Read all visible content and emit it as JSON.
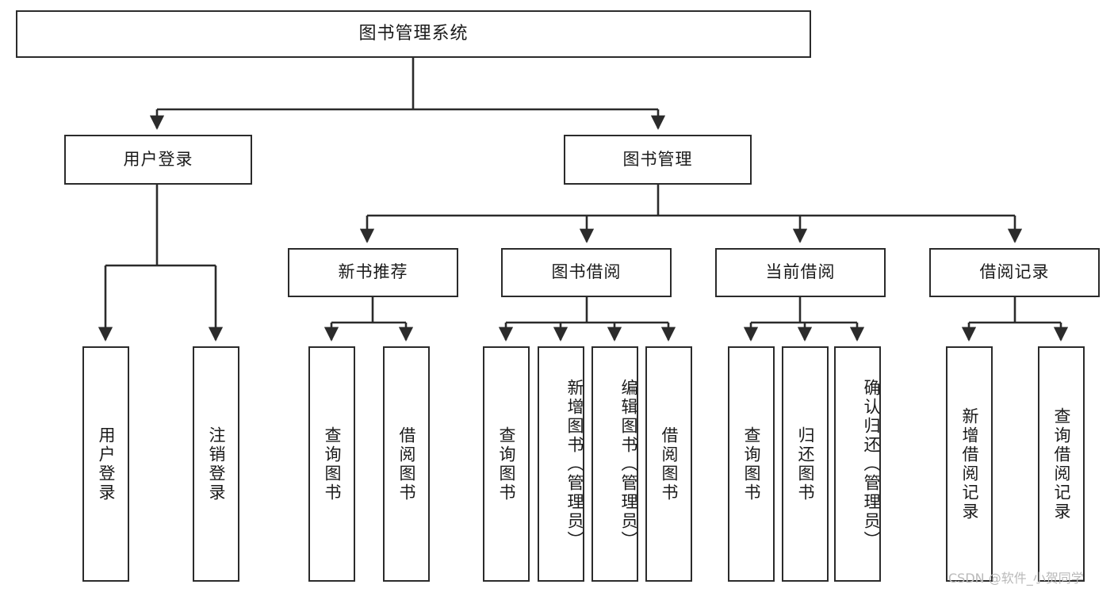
{
  "diagram": {
    "type": "tree-hierarchy",
    "title": "图书管理系统",
    "orientation": "top-down",
    "colors": {
      "stroke": "#2b2b2b",
      "fill": "#ffffff",
      "text": "#1a1a1a",
      "watermark": "#b9b9b9"
    },
    "watermark": "CSDN @软件_小贺同学",
    "nodes": {
      "root": {
        "label": "图书管理系统"
      },
      "level2": [
        {
          "id": "user-login",
          "label": "用户登录"
        },
        {
          "id": "book-manage",
          "label": "图书管理"
        }
      ],
      "level3": [
        {
          "id": "new-book-recommend",
          "label": "新书推荐"
        },
        {
          "id": "book-borrow",
          "label": "图书借阅"
        },
        {
          "id": "current-borrow",
          "label": "当前借阅"
        },
        {
          "id": "borrow-record",
          "label": "借阅记录"
        }
      ],
      "leaves": {
        "user-login": [
          {
            "id": "leaf-user-login",
            "label": "用户登录"
          },
          {
            "id": "leaf-logout-login",
            "label": "注销登录"
          }
        ],
        "new-book-recommend": [
          {
            "id": "leaf-query-book-1",
            "label": "查询图书"
          },
          {
            "id": "leaf-borrow-book-1",
            "label": "借阅图书"
          }
        ],
        "book-borrow": [
          {
            "id": "leaf-query-book-2",
            "label": "查询图书"
          },
          {
            "id": "leaf-add-book",
            "label": "新增图书（管理员）"
          },
          {
            "id": "leaf-edit-book",
            "label": "编辑图书（管理员）"
          },
          {
            "id": "leaf-borrow-book-2",
            "label": "借阅图书"
          }
        ],
        "current-borrow": [
          {
            "id": "leaf-query-book-3",
            "label": "查询图书"
          },
          {
            "id": "leaf-return-book",
            "label": "归还图书"
          },
          {
            "id": "leaf-confirm-return",
            "label": "确认归还（管理员）"
          }
        ],
        "borrow-record": [
          {
            "id": "leaf-add-record",
            "label": "新增借阅记录"
          },
          {
            "id": "leaf-query-record",
            "label": "查询借阅记录"
          }
        ]
      }
    }
  }
}
